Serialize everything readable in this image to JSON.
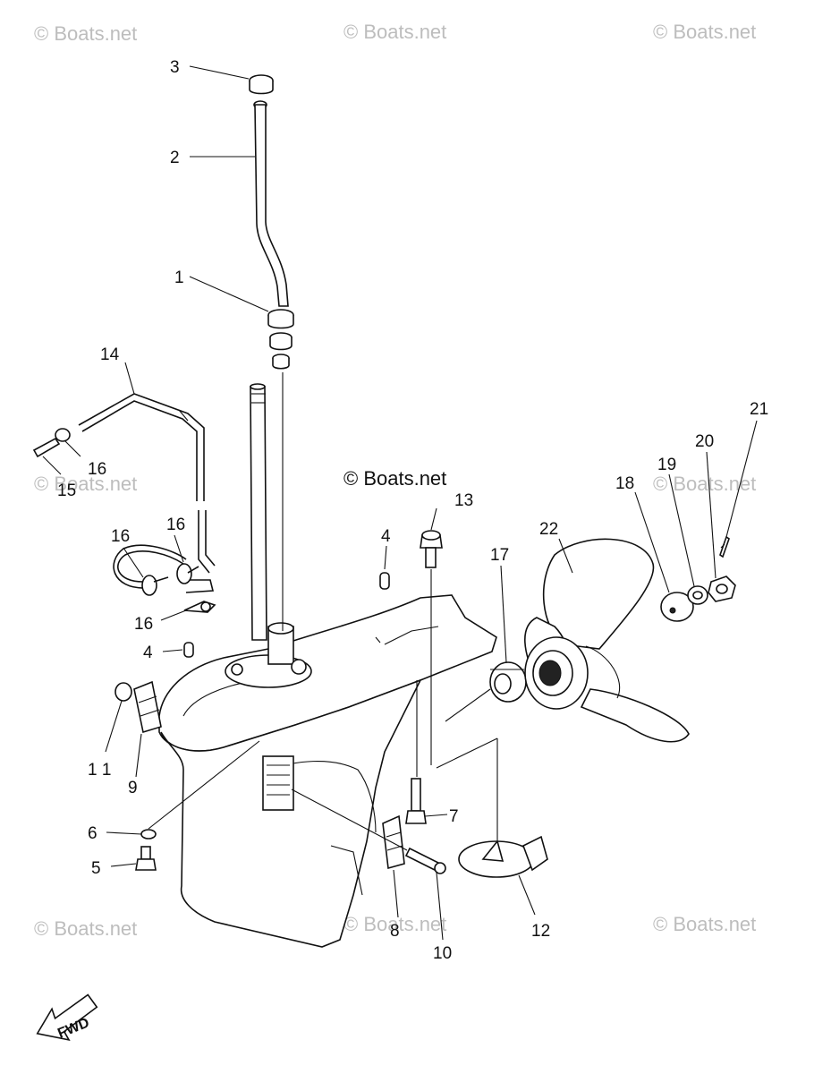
{
  "watermarks": {
    "top_left": "© Boats.net",
    "top_center": "© Boats.net",
    "top_right": "© Boats.net",
    "mid_left": "© Boats.net",
    "center": "© Boats.net",
    "mid_right": "© Boats.net",
    "bottom_left": "© Boats.net",
    "bottom_center": "© Boats.net",
    "bottom_right": "© Boats.net"
  },
  "fwd_label": "FWD",
  "callouts": {
    "c1": "1",
    "c2": "2",
    "c3": "3",
    "c4a": "4",
    "c4b": "4",
    "c5": "5",
    "c6": "6",
    "c7": "7",
    "c8": "8",
    "c9": "9",
    "c10": "10",
    "c11": "1 1",
    "c12": "12",
    "c13": "13",
    "c14": "14",
    "c15": "15",
    "c16a": "16",
    "c16b": "16",
    "c16c": "16",
    "c16d": "16",
    "c17": "17",
    "c18": "18",
    "c19": "19",
    "c20": "20",
    "c21": "21",
    "c22": "22"
  }
}
